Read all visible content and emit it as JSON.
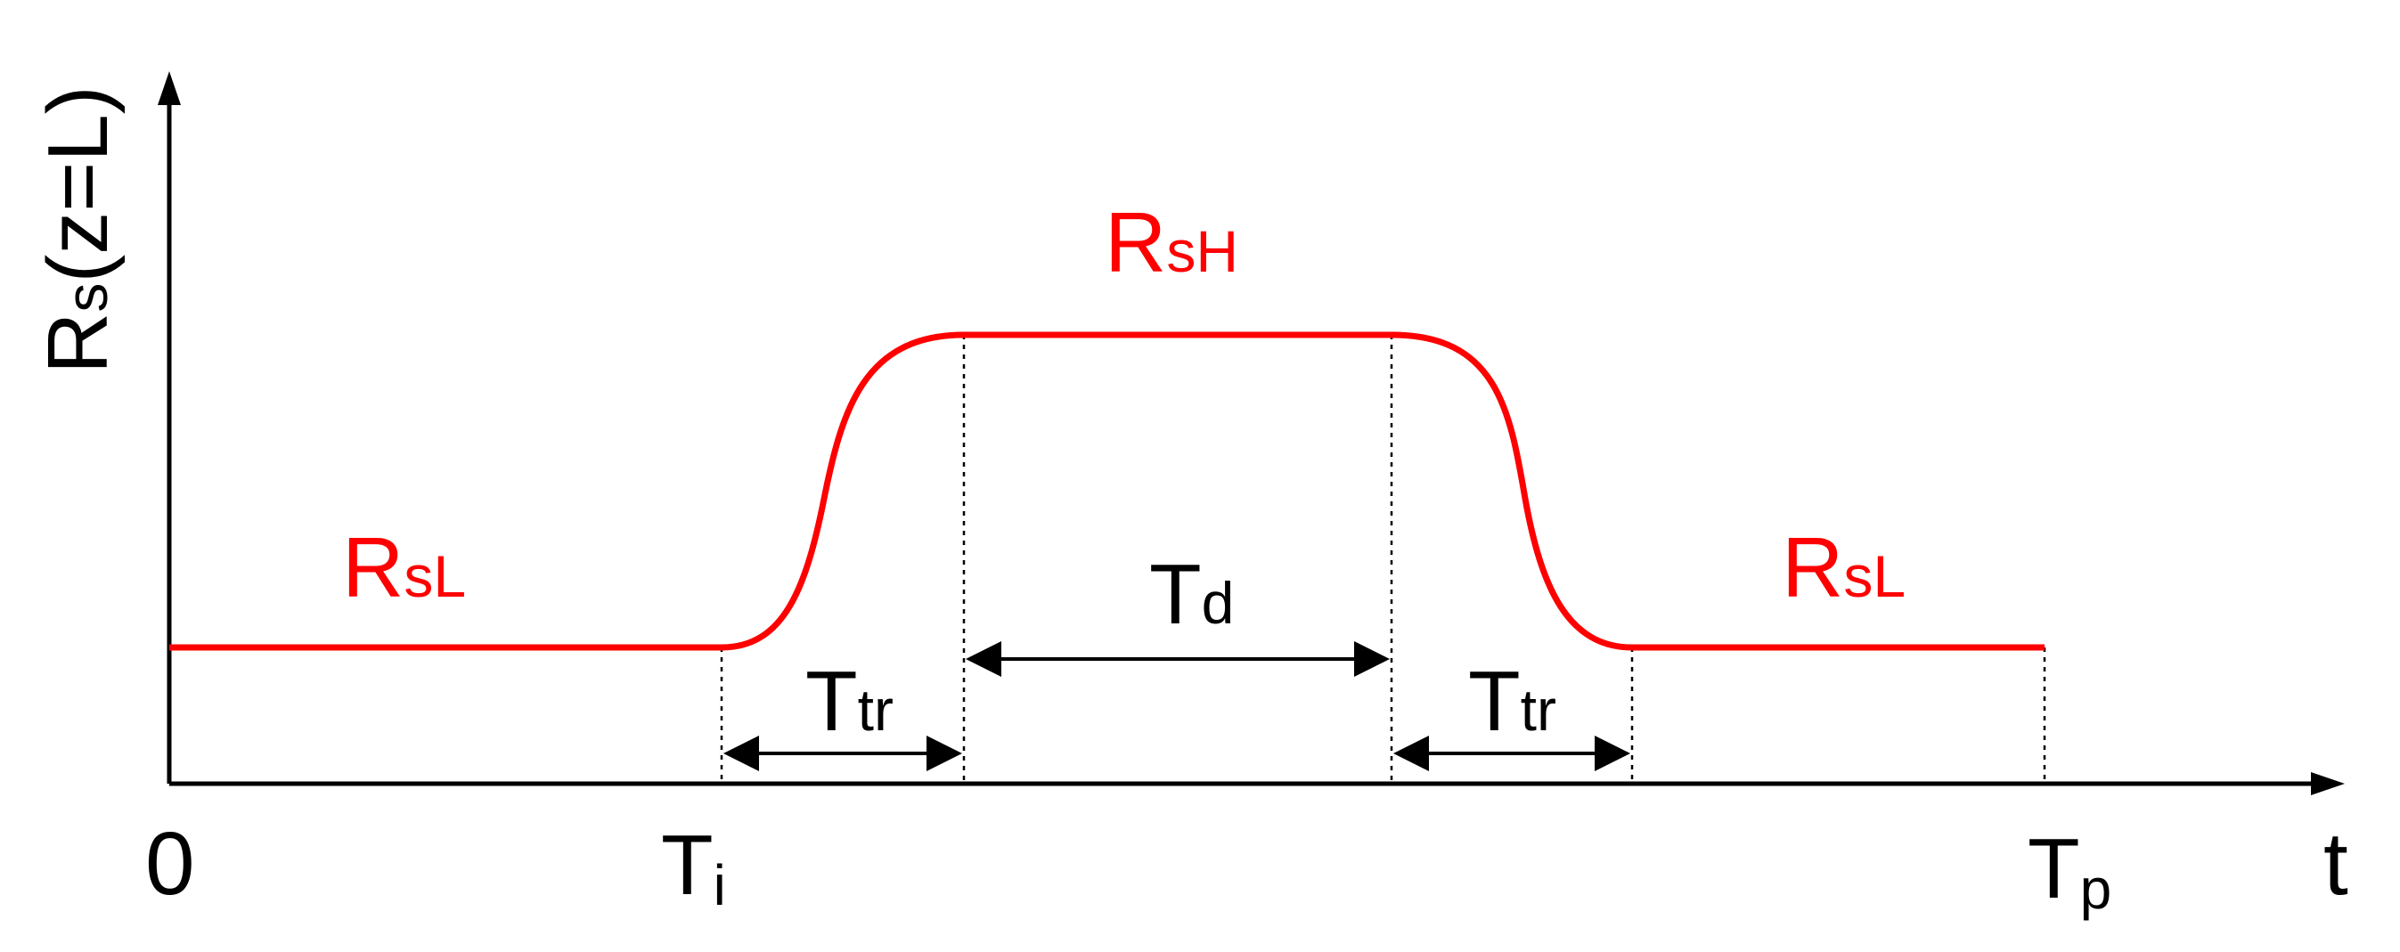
{
  "colors": {
    "curve": "#ff0000",
    "axes": "#000000",
    "guides": "#000000"
  },
  "y_axis": {
    "main": "R",
    "sub": "s",
    "rest": "(z=L)"
  },
  "x_axis": {
    "label": "t",
    "origin": "0"
  },
  "time_marks": {
    "ti": {
      "main": "T",
      "sub": "i"
    },
    "tp": {
      "main": "T",
      "sub": "p"
    }
  },
  "levels": {
    "low_left": {
      "main": "R",
      "sub": "sL"
    },
    "high": {
      "main": "R",
      "sub": "sH"
    },
    "low_right": {
      "main": "R",
      "sub": "sL"
    }
  },
  "intervals": {
    "transition_rise": {
      "main": "T",
      "sub": "tr"
    },
    "dwell": {
      "main": "T",
      "sub": "d"
    },
    "transition_fall": {
      "main": "T",
      "sub": "tr"
    }
  }
}
